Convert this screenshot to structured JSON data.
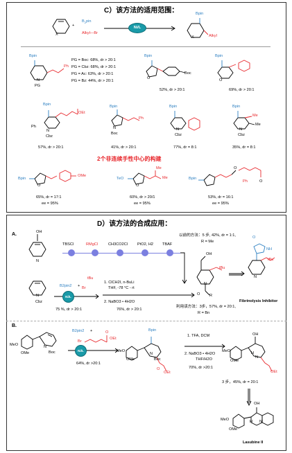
{
  "panel_c": {
    "title": "C）该方法的适用范围：",
    "scheme": {
      "reagent_boron": "B",
      "reagent_boron_sub": "2",
      "reagent_pin": "pin",
      "reagent_alkyl": "Alkyl—Br",
      "plus": "+",
      "catalyst": "Ni/L",
      "ring_x": "X",
      "bpin": "Bpin",
      "alkyl": "Alkyl"
    },
    "scope_conditions": [
      "PG = Boc: 68%, dr > 20:1",
      "PG = Cbz: 68%, dr > 20:1",
      "PG = Ac:  63%, dr > 20:1",
      "PG = Bz:  44%, dr > 20:1"
    ],
    "compounds": [
      {
        "yield": "52%, dr > 20:1"
      },
      {
        "yield": "69%, dr > 20:1"
      },
      {
        "yield": "57%, dr > 20:1"
      },
      {
        "yield": "41%, dr > 20:1"
      },
      {
        "yield": "77%, dr = 8:1"
      },
      {
        "yield": "35%, dr = 8:1"
      }
    ],
    "section_title": "2个非连续手性中心的构建",
    "chiral": [
      {
        "yield": "65%, dr = 17:1",
        "ee": "ee = 95%"
      },
      {
        "yield": "60%, dr > 20/1",
        "ee": "ee = 95%"
      },
      {
        "yield": "53%, dr = 16:1",
        "ee": "ee = 95%"
      }
    ],
    "atom_labels": {
      "bpin": "Bpin",
      "pg": "PG",
      "ph": "Ph",
      "n": "N",
      "o": "O",
      "boc": "Boc",
      "cbz": "Cbz",
      "oet": "OEt",
      "me": "Me",
      "ome": "OMe",
      "teo": "TeO",
      "ph2": "Ph"
    }
  },
  "panel_d": {
    "title": "D）该方法的合成应用：",
    "label_a": "A.",
    "label_b": "B.",
    "route_a_steps": [
      "TBSCl",
      "RMgCl",
      "CH3CO2Cl",
      "PtO2, H2",
      "TBAF"
    ],
    "previous_method_label": "以前的方法：",
    "previous_method": "5 步, 42%, dr = 1:1,",
    "previous_r": "R = Me",
    "reagent_b2pin2": "B2pin2",
    "alkyl_tbu": "tBu",
    "conditions_a": [
      "1. ClCH2I, n-BuLi",
      "THF, -78 °C - rt",
      "2. NaBO3 • 4H2O"
    ],
    "yield_a1": "75 %, dr > 20:1",
    "yield_a2": "76%, dr > 20:1",
    "this_method_label": "利用该方法：",
    "this_method": "3步，57%, dr = 20:1,",
    "this_r": "R = Bn",
    "product_a": "Fibrinolysis Inhibitor",
    "catalyst": "Ni/L",
    "oh": "OH",
    "nh": "NH",
    "o": "O",
    "n": "N",
    "r": "R",
    "cbz": "Cbz",
    "boc": "Boc",
    "bpin": "Bpin",
    "b2pin2_b": "B2pin2",
    "br": "Br",
    "oet": "OEt",
    "conditions_b": [
      "1. TFA, DCM",
      "2. NaBO3 • 4H2O",
      "THF/H2O"
    ],
    "yield_b1": "64%, dr >20:1",
    "yield_b2": "70%, dr >20:1",
    "summary_b": "3 步，45%, dr = 20:1",
    "product_b": "Lasubine II",
    "meo": "MeO",
    "ome": "OMe",
    "h": "H"
  }
}
